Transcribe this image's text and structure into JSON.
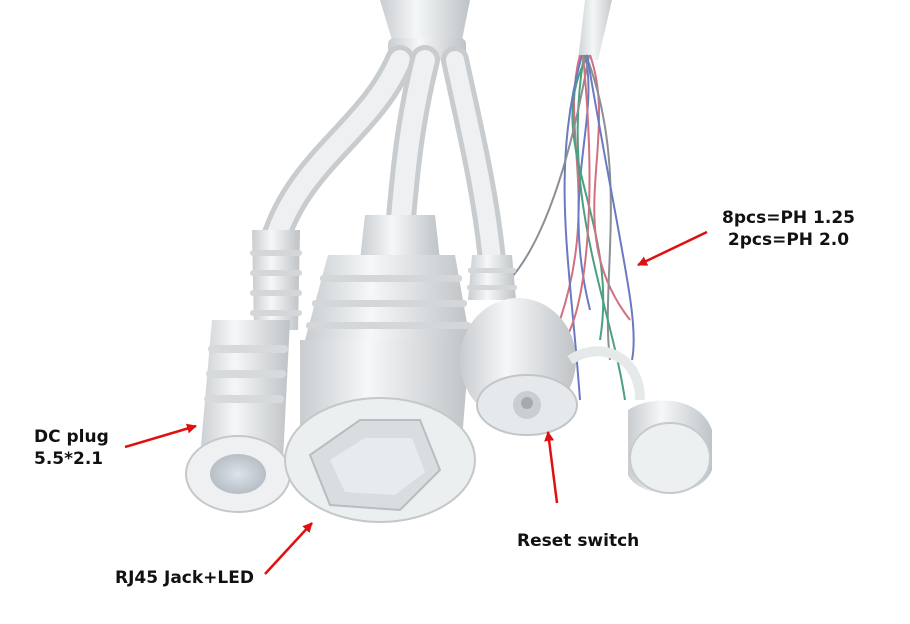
{
  "labels": {
    "dc_plug": {
      "line1": "DC plug",
      "line2": "5.5*2.1"
    },
    "wires": {
      "line1": "8pcs=PH 1.25",
      "line2": "2pcs=PH 2.0"
    },
    "rj45": "RJ45 Jack+LED",
    "reset": "Reset switch"
  },
  "colors": {
    "arrow": "#e01010",
    "cable": "#e6e9ea",
    "wire_red": "#d07080",
    "wire_blue": "#6a7ac0",
    "wire_green": "#4aa080",
    "wire_gray": "#8a8f95"
  }
}
